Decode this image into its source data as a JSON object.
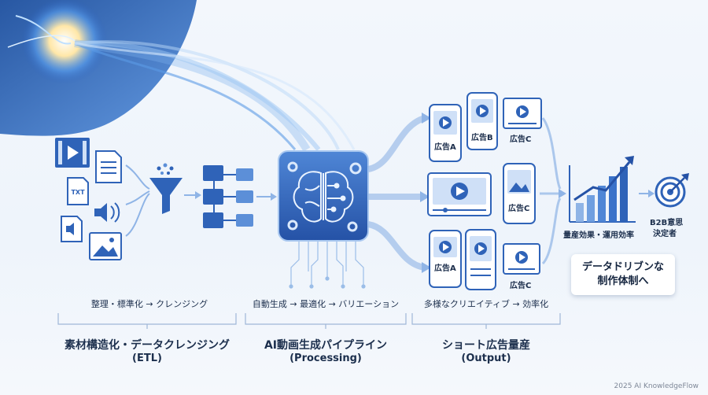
{
  "stages": [
    {
      "flow": "整理・標準化 → クレンジング",
      "title": "素材構造化・データクレンジング",
      "subtitle": "(ETL)"
    },
    {
      "flow": "自動生成 → 最適化 → バリエーション",
      "title": "AI動画生成パイプライン",
      "subtitle": "(Processing)"
    },
    {
      "flow": "多様なクリエイティブ → 効率化",
      "title": "ショート広告量産",
      "subtitle": "(Output)"
    }
  ],
  "inputs": {
    "txt_label": "TXT"
  },
  "ads": {
    "a": "広告A",
    "b": "広告B",
    "c": "広告C"
  },
  "result": {
    "chart_label": "量産効果・運用効率",
    "target_line1": "B2B意思",
    "target_line2": "決定者",
    "callout_line1": "データドリブンな",
    "callout_line2": "制作体制へ"
  },
  "footer": "2025 AI KnowledgeFlow",
  "colors": {
    "primary": "#2f63b8",
    "light": "#8fb4e6",
    "dark": "#1c2f4d"
  }
}
